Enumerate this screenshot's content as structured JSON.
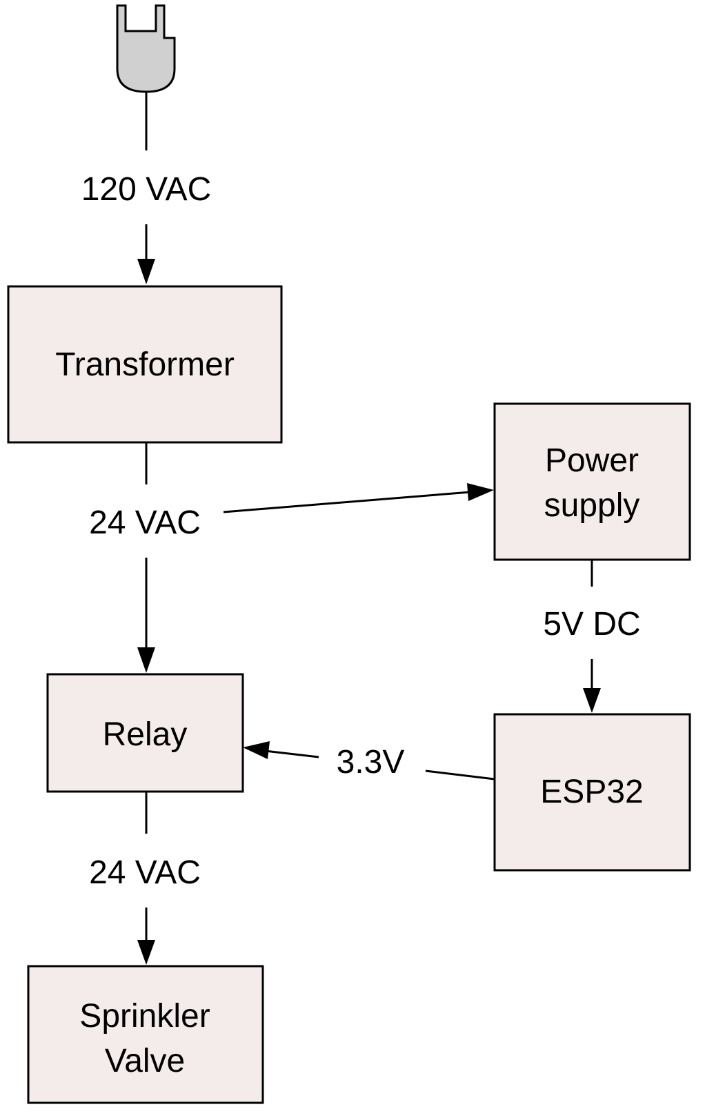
{
  "nodes": {
    "transformer": {
      "label": "Transformer"
    },
    "power_supply": {
      "line1": "Power",
      "line2": "supply"
    },
    "relay": {
      "label": "Relay"
    },
    "esp32": {
      "label": "ESP32"
    },
    "sprinkler_valve": {
      "line1": "Sprinkler",
      "line2": "Valve"
    }
  },
  "connections": {
    "mains": {
      "label": "120 VAC"
    },
    "transformer_out": {
      "label": "24 VAC"
    },
    "supply_out": {
      "label": "5V DC"
    },
    "esp_to_relay": {
      "label": "3.3V"
    },
    "relay_out": {
      "label": "24 VAC"
    }
  },
  "icons": {
    "source": "power-plug-icon"
  },
  "colors": {
    "box_fill": "#f4ecea",
    "plug_fill": "#d0d0d0",
    "stroke": "#000000"
  }
}
